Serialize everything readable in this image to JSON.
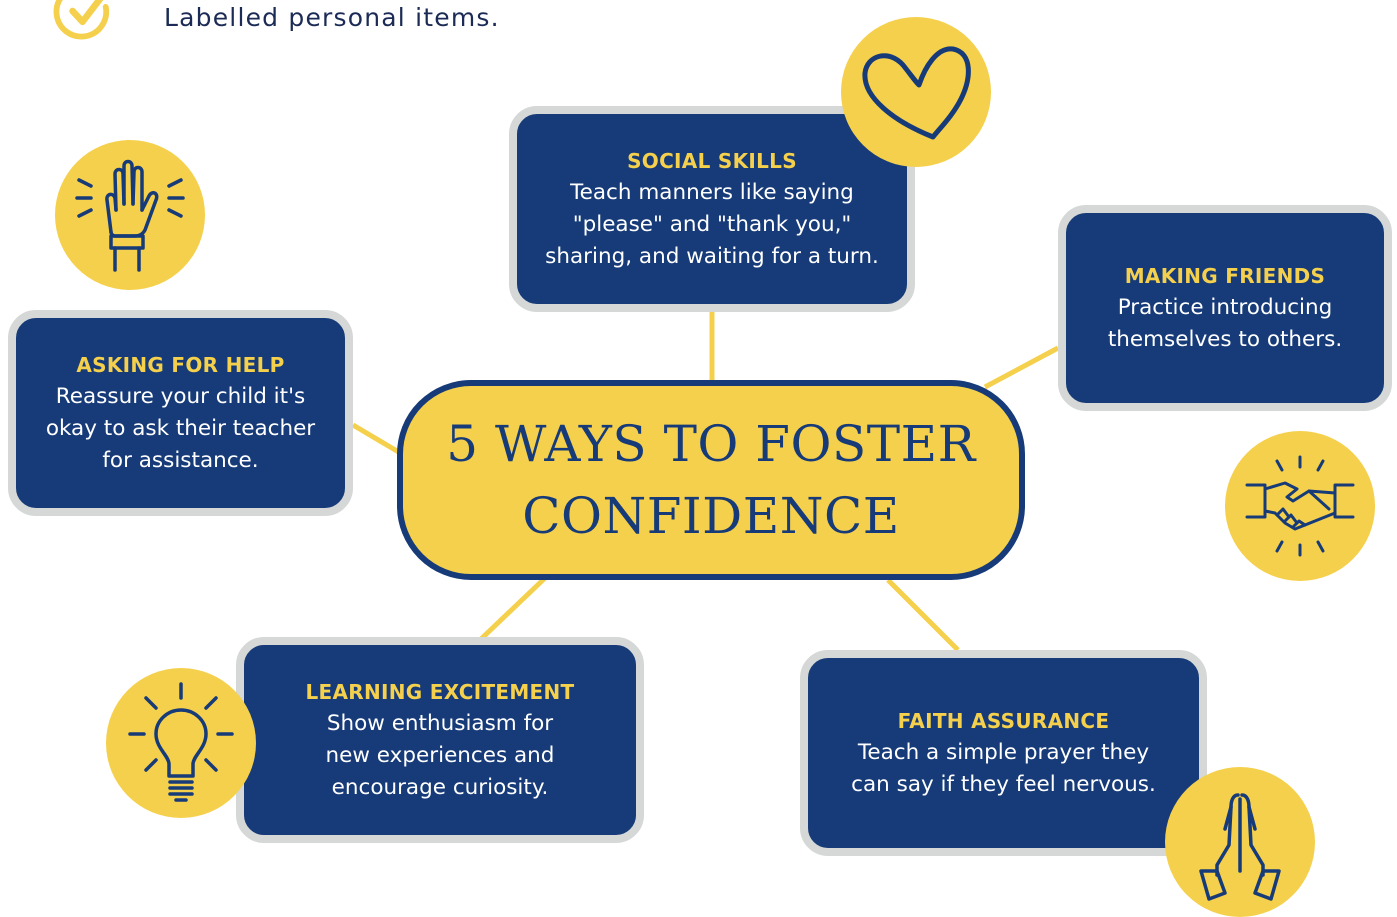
{
  "header": {
    "text": "Labelled personal items.",
    "icon": "check-circle-icon"
  },
  "center": {
    "title": "5 WAYS TO FOSTER\nCONFIDENCE"
  },
  "cards": {
    "social_skills": {
      "title": "SOCIAL SKILLS",
      "body": "Teach manners like saying\n\"please\" and \"thank you,\"\nsharing, and waiting for a turn.",
      "icon": "heart-icon"
    },
    "making_friends": {
      "title": "MAKING FRIENDS",
      "body": "Practice introducing\nthemselves to others.",
      "icon": "handshake-icon"
    },
    "asking_for_help": {
      "title": "ASKING FOR HELP",
      "body": "Reassure your child it's\nokay to ask their teacher\nfor assistance.",
      "icon": "raised-hand-icon"
    },
    "learning_excitement": {
      "title": "LEARNING EXCITEMENT",
      "body": "Show enthusiasm for\nnew experiences and\nencourage curiosity.",
      "icon": "lightbulb-icon"
    },
    "faith_assurance": {
      "title": "FAITH ASSURANCE",
      "body": "Teach a simple prayer they\ncan say if they feel nervous.",
      "icon": "praying-hands-icon"
    }
  },
  "colors": {
    "navy": "#163b78",
    "yellow": "#f5d04c",
    "card_border": "#d5d8d6",
    "text_dark": "#1b2b55"
  }
}
